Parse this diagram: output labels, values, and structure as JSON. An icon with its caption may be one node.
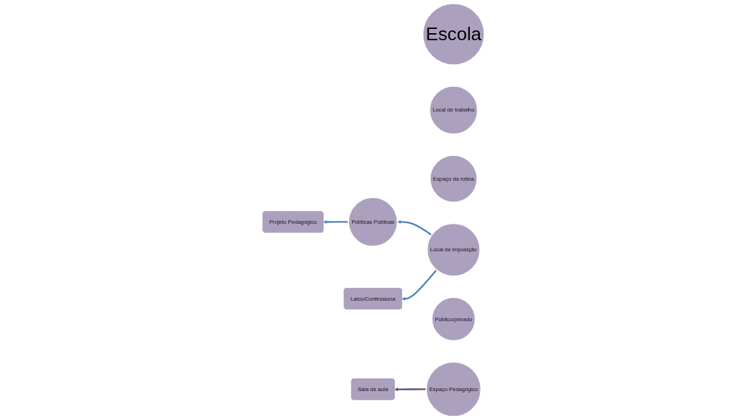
{
  "diagram": {
    "nodes": [
      {
        "text": [
          "Escola"
        ]
      },
      {
        "text": [
          "Local de trabalho"
        ]
      },
      {
        "text": [
          "Espaço da rotina"
        ]
      },
      {
        "text": [
          "Espaço Pedagógico"
        ]
      },
      {
        "text": [
          "Público/privado"
        ]
      },
      {
        "text": [
          "Local de imposição"
        ]
      },
      {
        "text": [
          "Políticas Públicas"
        ]
      },
      {
        "text": [
          "Projeto Pedagógico"
        ]
      },
      {
        "text": [
          "Laico/Confessiona"
        ]
      },
      {
        "text": [
          "Sala de aula"
        ]
      }
    ],
    "edges": [
      {
        "from": 6,
        "to": 7,
        "arrow": "to"
      },
      {
        "from": 5,
        "to": 6,
        "arrow": "to"
      },
      {
        "from": 5,
        "to": 8,
        "arrow": "to"
      },
      {
        "from": 3,
        "to": 9,
        "arrow": "to",
        "color": "#604a7b"
      }
    ]
  }
}
